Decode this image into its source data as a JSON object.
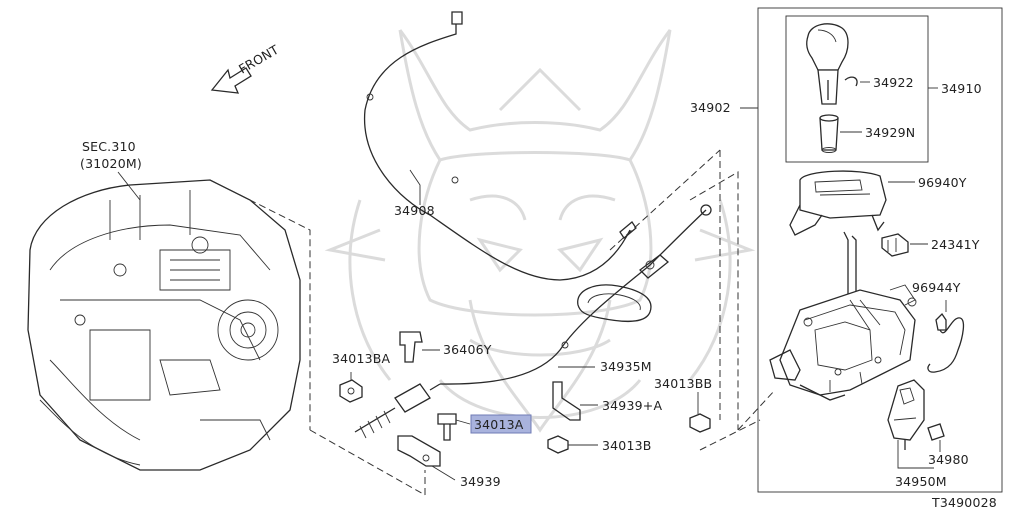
{
  "diagram": {
    "front_label": "FRONT",
    "section_ref": {
      "line1": "SEC.310",
      "line2": "(31020M)"
    },
    "parts": {
      "p34908": "34908",
      "p34902": "34902",
      "p34910": "34910",
      "p34922": "34922",
      "p34929N": "34929N",
      "p96940Y": "96940Y",
      "p24341Y": "24341Y",
      "p96944Y": "96944Y",
      "p34013BA": "34013BA",
      "p36406Y": "36406Y",
      "p34935M": "34935M",
      "p34013BB": "34013BB",
      "p34939A": "34939+A",
      "p34013A": "34013A",
      "p34013B": "34013B",
      "p34939": "34939",
      "p34980": "34980",
      "p34950M": "34950M"
    },
    "highlighted_part": "34013A",
    "highlight_color": "#a9b3dd",
    "drawing_code": "T3490028"
  }
}
